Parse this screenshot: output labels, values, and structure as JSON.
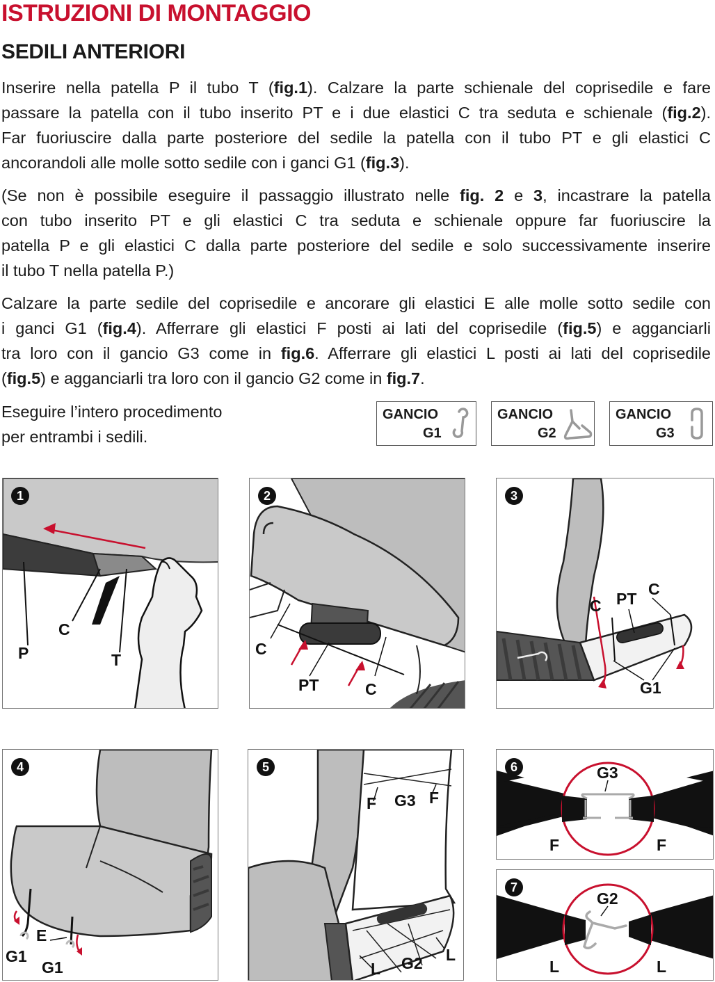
{
  "header": {
    "title": "ISTRUZIONI DI MONTAGGIO",
    "subtitle": "SEDILI ANTERIORI"
  },
  "paragraphs": {
    "p1": [
      [
        "Inserire nella patella P il tubo T (",
        "fig.1",
        "). Calzare la parte schienale del coprisedile e fare"
      ],
      [
        "passare la patella con il tubo inserito PT e i due elastici C tra seduta e schienale (",
        "fig.2",
        ")."
      ],
      [
        "Far fuoriuscire dalla parte posteriore del sedile la patella con il tubo PT e gli elastici C"
      ],
      [
        "ancorandoli alle molle sotto sedile con i ganci G1 (",
        "fig.3",
        ")."
      ]
    ],
    "p2": [
      [
        "(Se non è possibile eseguire il passaggio illustrato nelle ",
        "fig. 2",
        " e ",
        "3",
        ", incastrare la patella"
      ],
      [
        "con tubo inserito PT e gli elastici C tra seduta e schienale oppure far fuoriuscire la"
      ],
      [
        "patella P e gli elastici C dalla parte posteriore del sedile e solo successivamente inserire"
      ],
      [
        "il tubo T nella patella P.)"
      ]
    ],
    "p3": [
      [
        "Calzare la parte sedile del coprisedile e ancorare gli elastici E alle molle sotto sedile con"
      ],
      [
        "i ganci G1 (",
        "fig.4",
        "). Afferrare gli elastici F posti ai lati del coprisedile (",
        "fig.5",
        ") e agganciarli"
      ],
      [
        "tra loro con il gancio G3 come in ",
        "fig.6",
        ". Afferrare gli elastici L posti ai lati del coprisedile"
      ],
      [
        "(",
        "fig.5",
        ") e agganciarli tra loro con il gancio G2 come in ",
        "fig.7",
        "."
      ]
    ],
    "closing_line1": "Eseguire l’intero procedimento",
    "closing_line2": "per entrambi i sedili."
  },
  "hooks": [
    {
      "label1": "GANCIO",
      "label2": "G1",
      "icon": "hook-g1-icon"
    },
    {
      "label1": "GANCIO",
      "label2": "G2",
      "icon": "hook-g2-icon"
    },
    {
      "label1": "GANCIO",
      "label2": "G3",
      "icon": "hook-g3-icon"
    }
  ],
  "figures": {
    "f1": {
      "num": "1",
      "labels": {
        "p": "P",
        "c": "C",
        "t": "T"
      }
    },
    "f2": {
      "num": "2",
      "labels": {
        "c1": "C",
        "pt": "PT",
        "c2": "C"
      }
    },
    "f3": {
      "num": "3",
      "labels": {
        "c1": "C",
        "pt": "PT",
        "c2": "C",
        "g1": "G1"
      }
    },
    "f4": {
      "num": "4",
      "labels": {
        "e": "E",
        "g1a": "G1",
        "g1b": "G1"
      }
    },
    "f5": {
      "num": "5",
      "labels": {
        "f1": "F",
        "g3": "G3",
        "f2": "F",
        "l1": "L",
        "g2": "G2",
        "l2": "L"
      }
    },
    "f6": {
      "num": "6",
      "labels": {
        "g3": "G3",
        "f1": "F",
        "f2": "F"
      }
    },
    "f7": {
      "num": "7",
      "labels": {
        "g2": "G2",
        "l1": "L",
        "l2": "L"
      }
    }
  },
  "colors": {
    "accent": "#c8102e",
    "seat": "#b8b8b8",
    "dark": "#2e2e2e",
    "strap": "#111111"
  }
}
